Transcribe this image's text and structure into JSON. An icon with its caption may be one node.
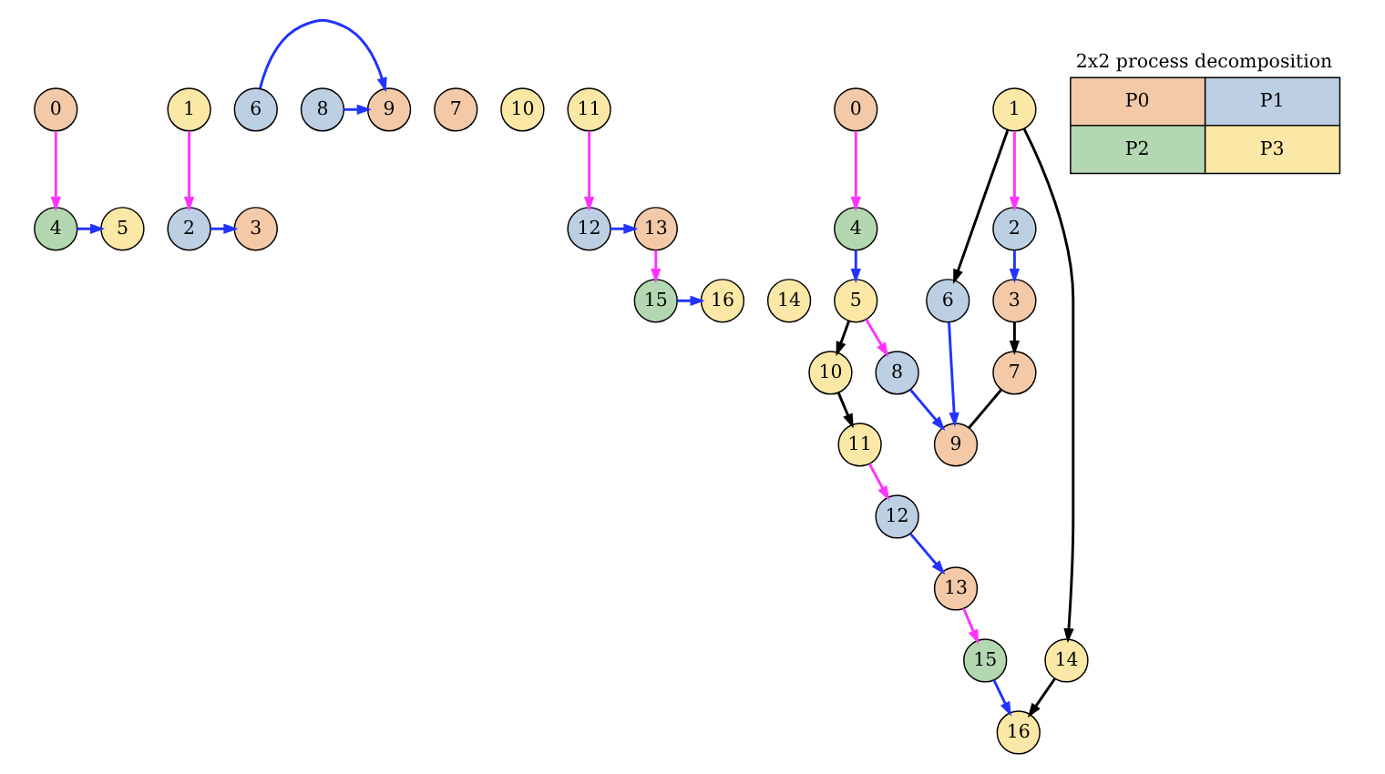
{
  "diagram": {
    "nodes": [
      {
        "text": [
          "0"
        ]
      },
      {
        "text": [
          "1"
        ]
      },
      {
        "text": [
          "2"
        ]
      },
      {
        "text": [
          "3"
        ]
      },
      {
        "text": [
          "4"
        ]
      },
      {
        "text": [
          "5"
        ]
      },
      {
        "text": [
          "6"
        ]
      },
      {
        "text": [
          "7"
        ]
      },
      {
        "text": [
          "8"
        ]
      },
      {
        "text": [
          "9"
        ]
      },
      {
        "text": [
          "10"
        ]
      },
      {
        "text": [
          "11"
        ]
      },
      {
        "text": [
          "12"
        ]
      },
      {
        "text": [
          "13"
        ]
      },
      {
        "text": [
          "14"
        ]
      },
      {
        "text": [
          "15"
        ]
      },
      {
        "text": [
          "16"
        ]
      },
      {
        "text": [
          "0"
        ]
      },
      {
        "text": [
          "1"
        ]
      },
      {
        "text": [
          "4"
        ]
      },
      {
        "text": [
          "6"
        ]
      },
      {
        "text": [
          "2"
        ]
      },
      {
        "text": [
          "14"
        ]
      },
      {
        "text": [
          "5"
        ]
      },
      {
        "text": [
          "3"
        ]
      },
      {
        "text": [
          "10"
        ]
      },
      {
        "text": [
          "8"
        ]
      },
      {
        "text": [
          "7"
        ]
      },
      {
        "text": [
          "11"
        ]
      },
      {
        "text": [
          "9"
        ]
      },
      {
        "text": [
          "12"
        ]
      },
      {
        "text": [
          "13"
        ]
      },
      {
        "text": [
          "15"
        ]
      },
      {
        "text": [
          "16"
        ]
      }
    ],
    "edges": [
      {
        "from": 0,
        "to": 4,
        "arrow": "to",
        "color": "#ff33ff"
      },
      {
        "from": 1,
        "to": 2,
        "arrow": "to",
        "color": "#ff33ff"
      },
      {
        "from": 2,
        "to": 3,
        "arrow": "to"
      },
      {
        "from": 4,
        "to": 5,
        "arrow": "to"
      },
      {
        "from": 8,
        "to": 9,
        "arrow": "to"
      },
      {
        "from": 6,
        "to": 9,
        "arrow": "to"
      },
      {
        "from": 11,
        "to": 12,
        "arrow": "to",
        "color": "#ff33ff"
      },
      {
        "from": 12,
        "to": 13,
        "arrow": "to"
      },
      {
        "from": 13,
        "to": 15,
        "arrow": "to",
        "color": "#ff33ff"
      },
      {
        "from": 15,
        "to": 16,
        "arrow": "to"
      },
      {
        "from": 17,
        "to": 19,
        "arrow": "to",
        "color": "#ff33ff"
      },
      {
        "from": 18,
        "to": 20,
        "arrow": "to",
        "color": "#000000"
      },
      {
        "from": 18,
        "to": 21,
        "arrow": "to",
        "color": "#ff33ff"
      },
      {
        "from": 18,
        "to": 22,
        "arrow": "to",
        "color": "#000000"
      },
      {
        "from": 19,
        "to": 23,
        "arrow": "to"
      },
      {
        "from": 21,
        "to": 24,
        "arrow": "to"
      },
      {
        "from": 23,
        "to": 25,
        "arrow": "to",
        "color": "#000000"
      },
      {
        "from": 23,
        "to": 26,
        "arrow": "to",
        "color": "#ff33ff"
      },
      {
        "from": 24,
        "to": 27,
        "arrow": "to",
        "color": "#000000"
      },
      {
        "from": 25,
        "to": 28,
        "arrow": "to",
        "color": "#000000"
      },
      {
        "from": 20,
        "to": 29,
        "arrow": "to"
      },
      {
        "from": 26,
        "to": 29,
        "arrow": "to"
      },
      {
        "from": 27,
        "to": 29,
        "arrow": "none",
        "color": "#000000"
      },
      {
        "from": 28,
        "to": 30,
        "arrow": "to",
        "color": "#ff33ff"
      },
      {
        "from": 30,
        "to": 31,
        "arrow": "to"
      },
      {
        "from": 31,
        "to": 32,
        "arrow": "to",
        "color": "#ff33ff"
      },
      {
        "from": 32,
        "to": 33,
        "arrow": "to"
      },
      {
        "from": 22,
        "to": 33,
        "arrow": "to",
        "color": "#000000"
      }
    ],
    "labels": [
      "2x2 process decomposition"
    ],
    "legend": [
      {
        "text": "P0",
        "color": "#f4c9a8"
      },
      {
        "text": "P1",
        "color": "#bccfe3"
      },
      {
        "text": "P2",
        "color": "#b3d7b0"
      },
      {
        "text": "P3",
        "color": "#fbe8a6"
      }
    ]
  }
}
